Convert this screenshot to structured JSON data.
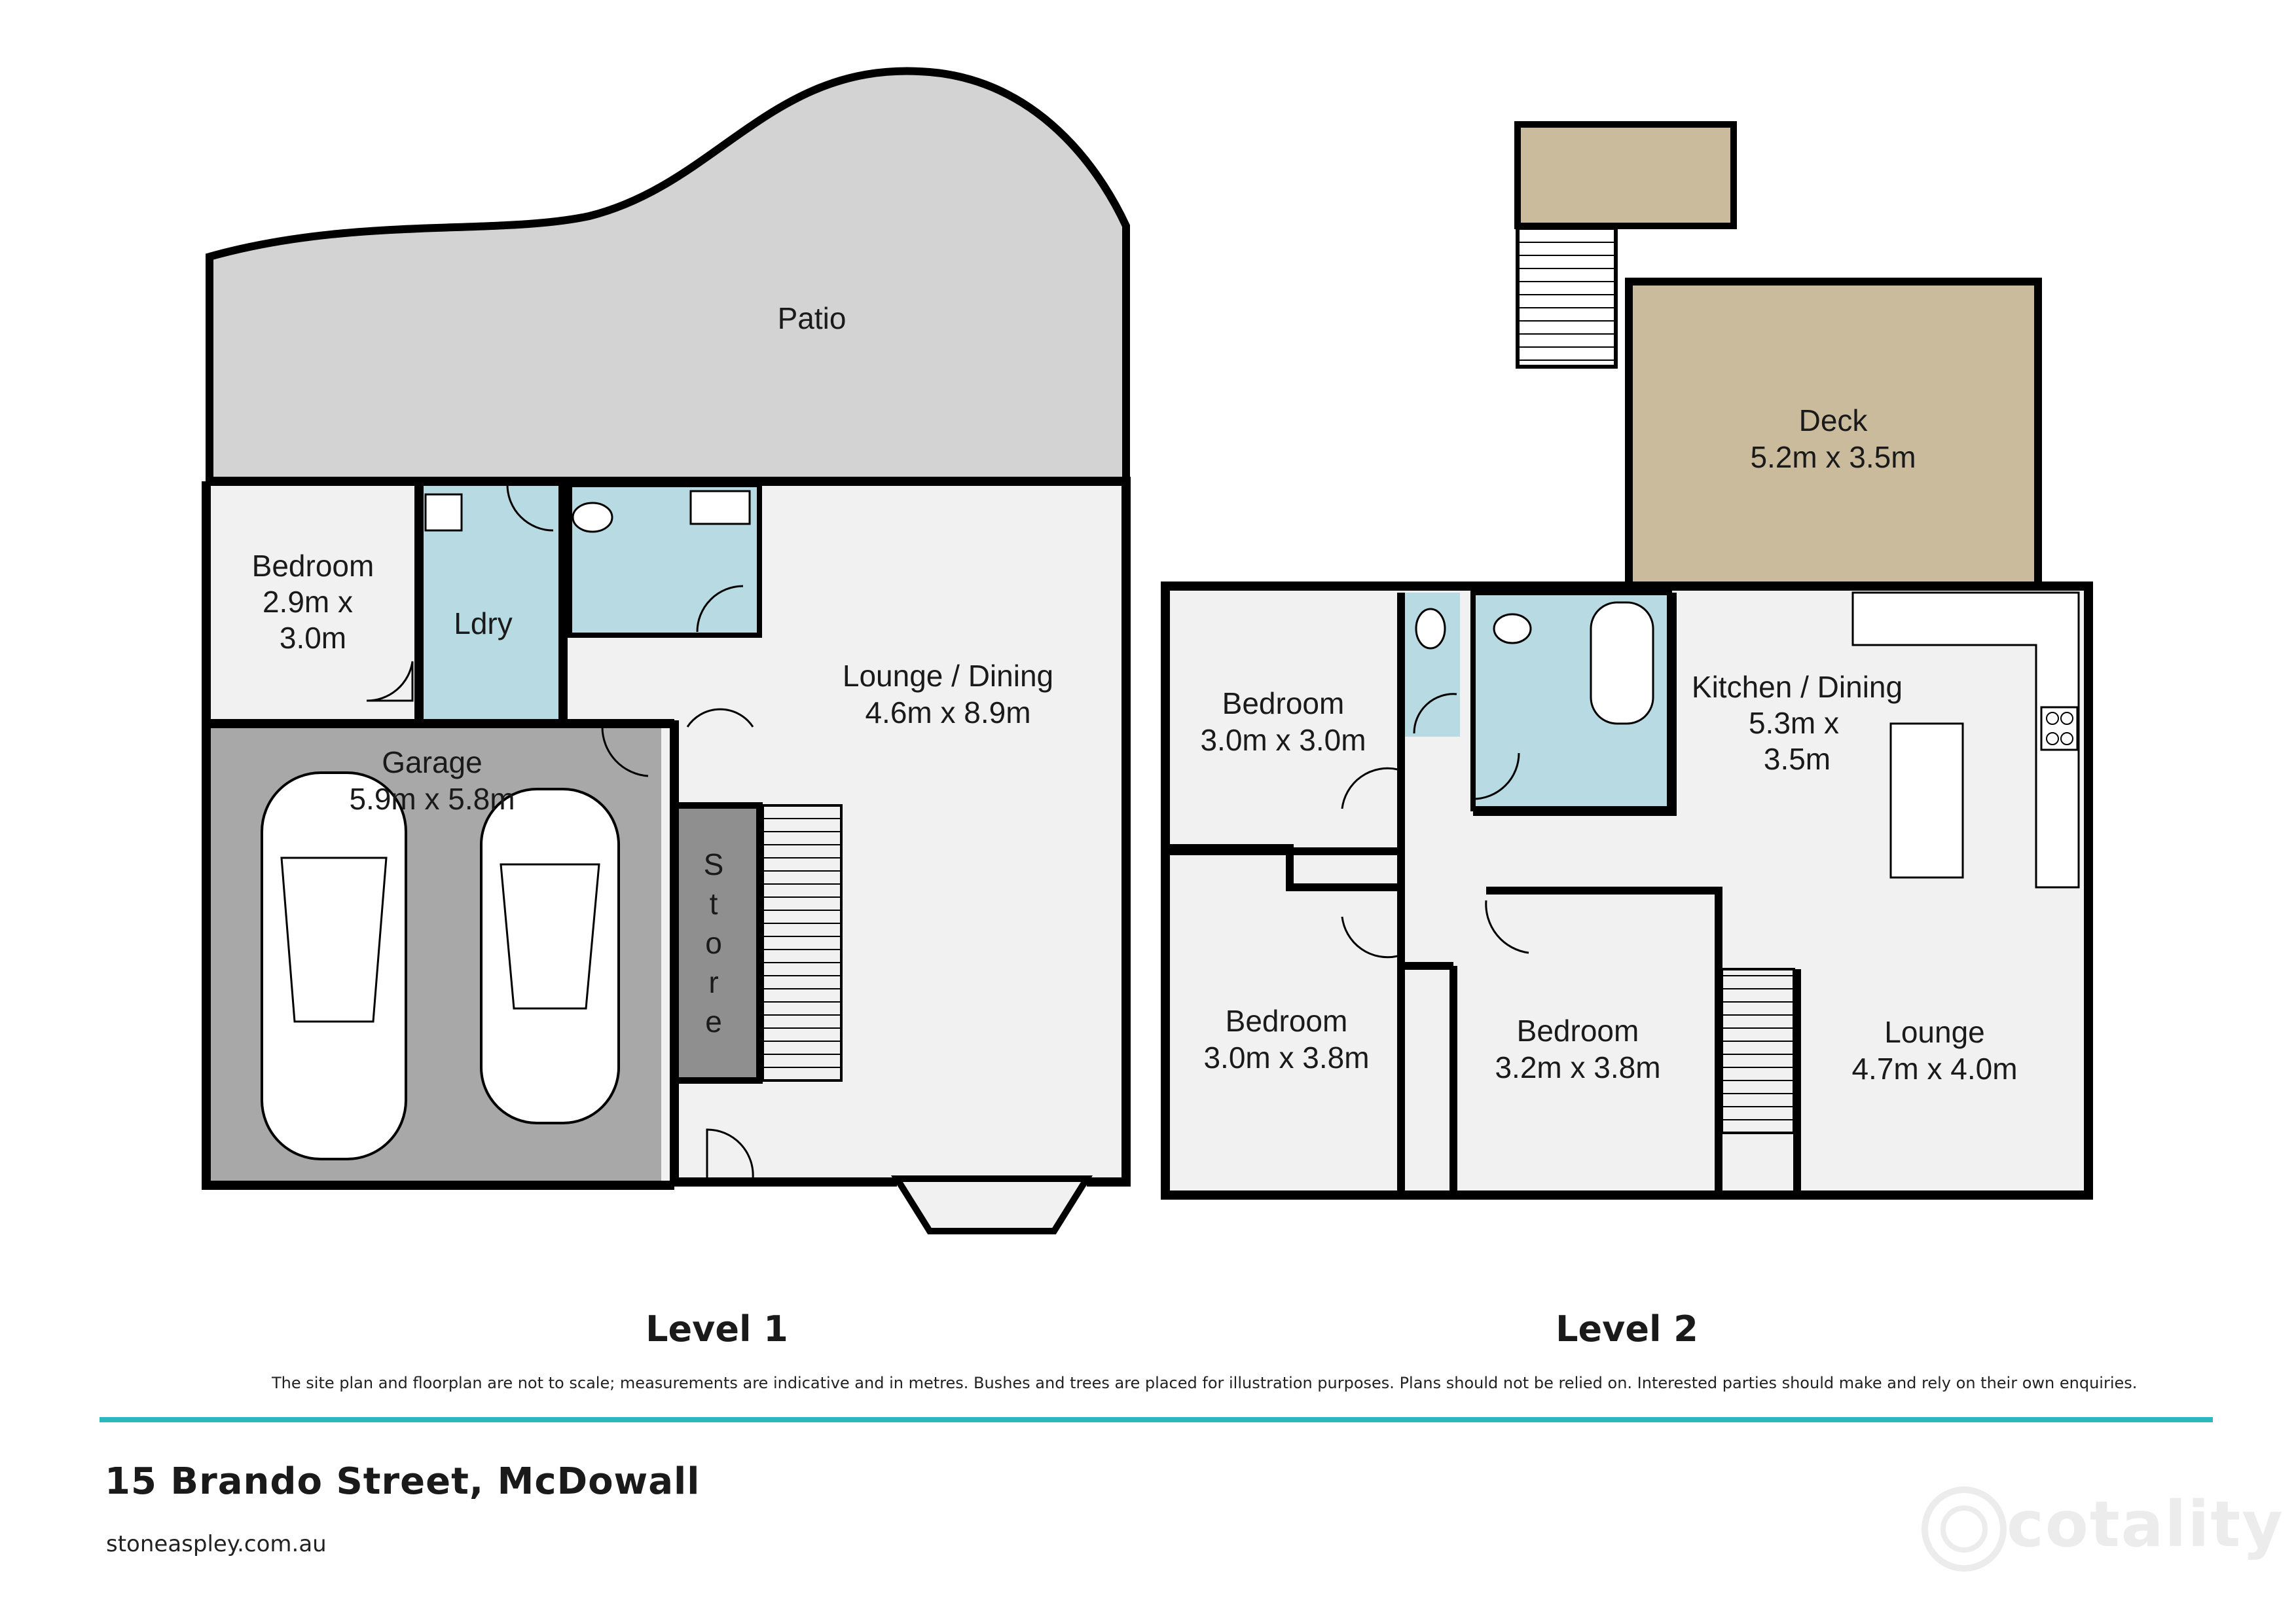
{
  "colors": {
    "wall": "#000000",
    "floor": "#f0f1f0",
    "patio": "#d2d3d2",
    "garage": "#a8a8a8",
    "store": "#8f8f8f",
    "wet_area": "#b8dae3",
    "deck": "#cbbb9d",
    "rule": "#2ab7be",
    "brand": "#ececec"
  },
  "level1": {
    "title": "Level 1",
    "patio": "Patio",
    "bedroom": {
      "name": "Bedroom",
      "line2": "2.9m x",
      "line3": "3.0m"
    },
    "laundry": "Ldry",
    "lounge_dining": {
      "name": "Lounge / Dining",
      "size": "4.6m x 8.9m"
    },
    "garage": {
      "name": "Garage",
      "size": "5.9m x 5.8m"
    },
    "store": [
      "S",
      "t",
      "o",
      "r",
      "e"
    ]
  },
  "level2": {
    "title": "Level 2",
    "deck": {
      "name": "Deck",
      "size": "5.2m x 3.5m"
    },
    "bedroom_1": {
      "name": "Bedroom",
      "size": "3.0m x 3.0m"
    },
    "kitchen_dining": {
      "name": "Kitchen / Dining",
      "line2": "5.3m x",
      "line3": "3.5m"
    },
    "bedroom_2": {
      "name": "Bedroom",
      "size": "3.0m x 3.8m"
    },
    "bedroom_3": {
      "name": "Bedroom",
      "size": "3.2m x 3.8m"
    },
    "lounge": {
      "name": "Lounge",
      "size": "4.7m x 4.0m"
    }
  },
  "disclaimer": "The site plan and floorplan are not to scale; measurements are indicative and in metres. Bushes and trees are placed for illustration purposes. Plans should not be relied on. Interested parties should make and rely on their own enquiries.",
  "address": "15 Brando Street, McDowall",
  "website": "stoneaspley.com.au",
  "brand": "cotality",
  "icons": [
    "car-icon",
    "stairs-icon",
    "toilet-icon",
    "bathtub-icon",
    "sink-icon",
    "cooktop-icon",
    "shower-icon",
    "door-swing-icon"
  ]
}
